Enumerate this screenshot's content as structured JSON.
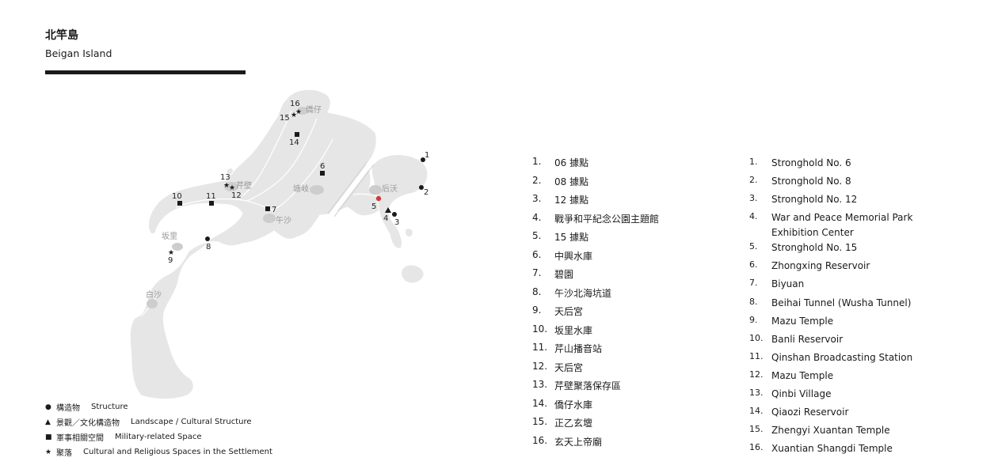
{
  "header": {
    "title_zh": "北竿島",
    "title_en": "Beigan Island"
  },
  "map": {
    "place_names": [
      "僑仔",
      "芹壁",
      "塘岐",
      "后沃",
      "午沙",
      "坂里",
      "白沙"
    ],
    "markers": [
      "1",
      "2",
      "3",
      "4",
      "5",
      "6",
      "7",
      "8",
      "9",
      "10",
      "11",
      "12",
      "13",
      "14",
      "15",
      "16"
    ]
  },
  "legend": [
    {
      "icon": "circle-icon",
      "zh": "構造物",
      "en": "Structure"
    },
    {
      "icon": "triangle-icon",
      "zh": "景觀／文化構造物",
      "en": "Landscape / Cultural Structure"
    },
    {
      "icon": "square-icon",
      "zh": "軍事相關空間",
      "en": "Military-related Space"
    },
    {
      "icon": "star-icon",
      "zh": "聚落",
      "en": "Cultural and Religious Spaces in the Settlement"
    }
  ],
  "list_zh": [
    {
      "num": "1.",
      "name": "06 據點"
    },
    {
      "num": "2.",
      "name": "08 據點"
    },
    {
      "num": "3.",
      "name": "12 據點"
    },
    {
      "num": "4.",
      "name": "戰爭和平紀念公園主題館"
    },
    {
      "num": "5.",
      "name": "15 據點"
    },
    {
      "num": "6.",
      "name": "中興水庫"
    },
    {
      "num": "7.",
      "name": "碧園"
    },
    {
      "num": "8.",
      "name": "午沙北海坑道"
    },
    {
      "num": "9.",
      "name": "天后宮"
    },
    {
      "num": "10.",
      "name": "坂里水庫"
    },
    {
      "num": "11.",
      "name": "芹山播音站"
    },
    {
      "num": "12.",
      "name": "天后宮"
    },
    {
      "num": "13.",
      "name": "芹壁聚落保存區"
    },
    {
      "num": "14.",
      "name": "僑仔水庫"
    },
    {
      "num": "15.",
      "name": "正乙玄壇"
    },
    {
      "num": "16.",
      "name": "玄天上帝廟"
    }
  ],
  "list_en": [
    {
      "num": "1.",
      "name": "Stronghold No. 6"
    },
    {
      "num": "2.",
      "name": "Stronghold No. 8"
    },
    {
      "num": "3.",
      "name": "Stronghold No. 12"
    },
    {
      "num": "4.",
      "name": "War and Peace Memorial Park Exhibition Center"
    },
    {
      "num": "5.",
      "name": "Stronghold No. 15"
    },
    {
      "num": "6.",
      "name": "Zhongxing Reservoir"
    },
    {
      "num": "7.",
      "name": "Biyuan"
    },
    {
      "num": "8.",
      "name": "Beihai Tunnel (Wusha Tunnel)"
    },
    {
      "num": "9.",
      "name": "Mazu Temple"
    },
    {
      "num": "10.",
      "name": "Banli Reservoir"
    },
    {
      "num": "11.",
      "name": "Qinshan Broadcasting Station"
    },
    {
      "num": "12.",
      "name": "Mazu Temple"
    },
    {
      "num": "13.",
      "name": "Qinbi Village"
    },
    {
      "num": "14.",
      "name": "Qiaozi Reservoir"
    },
    {
      "num": "15.",
      "name": "Zhengyi Xuantan Temple"
    },
    {
      "num": "16.",
      "name": "Xuantian Shangdi Temple"
    }
  ],
  "colors": {
    "land": "#e6e6e6",
    "coast": "#ffffff",
    "ink": "#1a1a1a",
    "highlight_marker": "#d0393b"
  }
}
